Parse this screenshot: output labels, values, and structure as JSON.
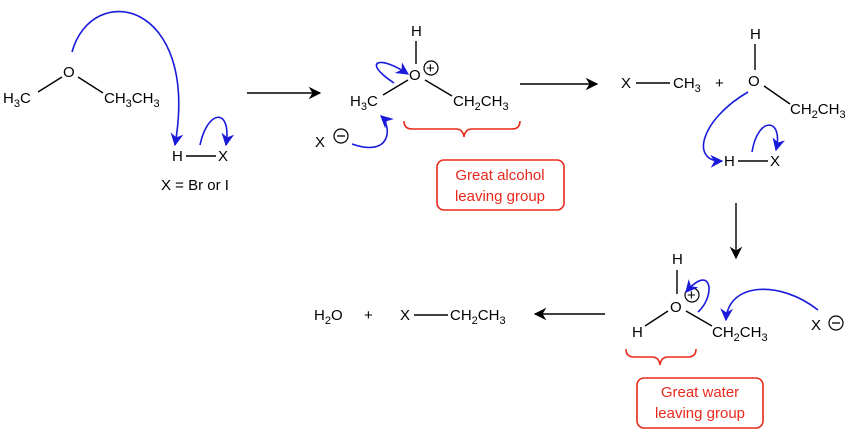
{
  "colors": {
    "electron_arrow": "#1a1adb",
    "annotation": "#e8291c",
    "bond": "#000000"
  },
  "step1": {
    "left_methyl": "H3C",
    "oxygen": "O",
    "right_ethyl": "CH3CH3",
    "acid_h": "H",
    "acid_x": "X",
    "x_note": "X = Br or I"
  },
  "step2": {
    "top_h": "H",
    "oxygen": "O",
    "charge": "+",
    "left_methyl": "H3C",
    "right_ethyl": "CH2CH3",
    "halide": "X",
    "halide_charge": "−",
    "label_line1": "Great alcohol",
    "label_line2": "leaving group"
  },
  "step3": {
    "product_x": "X",
    "product_methyl": "CH3",
    "plus": "+",
    "top_h": "H",
    "oxygen": "O",
    "right_ethyl": "CH2CH3",
    "acid_h": "H",
    "acid_x": "X"
  },
  "step4": {
    "top_h": "H",
    "oxygen": "O",
    "charge": "+",
    "left_h": "H",
    "right_ethyl": "CH2CH3",
    "halide": "X",
    "halide_charge": "−",
    "label_line1": "Great water",
    "label_line2": "leaving group"
  },
  "step5": {
    "water": "H2O",
    "plus": "+",
    "product_x": "X",
    "product_ethyl": "CH2CH3"
  }
}
